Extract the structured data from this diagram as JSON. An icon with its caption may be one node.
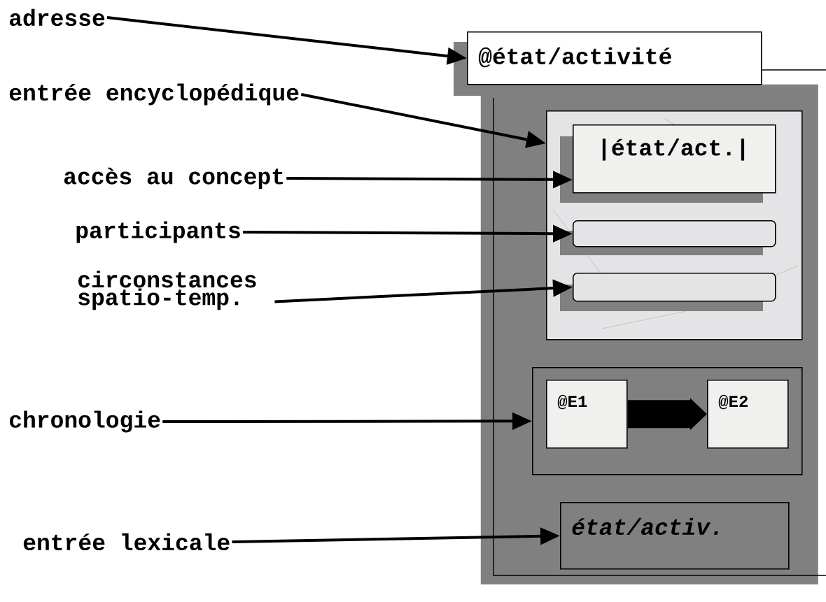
{
  "diagram": {
    "nodes": [
      {
        "text": [
          "adresse"
        ]
      },
      {
        "text": [
          "@état/activité"
        ]
      },
      {
        "text": [],
        "shape": "box"
      },
      {
        "text": [
          "entrée encyclopédique"
        ]
      },
      {
        "text": [],
        "shape": "box",
        "in": 2
      },
      {
        "text": [
          "accès au concept"
        ]
      },
      {
        "text": [
          "|état/act.|"
        ],
        "in": 4
      },
      {
        "text": [
          "participants"
        ]
      },
      {
        "text": [],
        "shape": "bar",
        "in": 4
      },
      {
        "text": [
          "circonstances spatio-temp."
        ]
      },
      {
        "text": [],
        "shape": "bar",
        "in": 4
      },
      {
        "text": [
          "chronologie"
        ]
      },
      {
        "text": [],
        "shape": "box",
        "in": 2
      },
      {
        "text": [
          "@E1"
        ],
        "in": 12
      },
      {
        "text": [
          "@E2"
        ],
        "in": 12
      },
      {
        "text": [
          "entrée lexicale"
        ]
      },
      {
        "text": [
          "état/activ."
        ],
        "in": 2
      }
    ],
    "edges": [
      {
        "from": 0,
        "to": 1,
        "arrow": "to"
      },
      {
        "from": 3,
        "to": 4,
        "arrow": "to"
      },
      {
        "from": 5,
        "to": 6,
        "arrow": "to"
      },
      {
        "from": 7,
        "to": 8,
        "arrow": "to"
      },
      {
        "from": 9,
        "to": 10,
        "arrow": "to"
      },
      {
        "from": 11,
        "to": 12,
        "arrow": "to"
      },
      {
        "from": 13,
        "to": 14,
        "arrow": "to",
        "style": "thick"
      },
      {
        "from": 15,
        "to": 16,
        "arrow": "to"
      }
    ]
  }
}
